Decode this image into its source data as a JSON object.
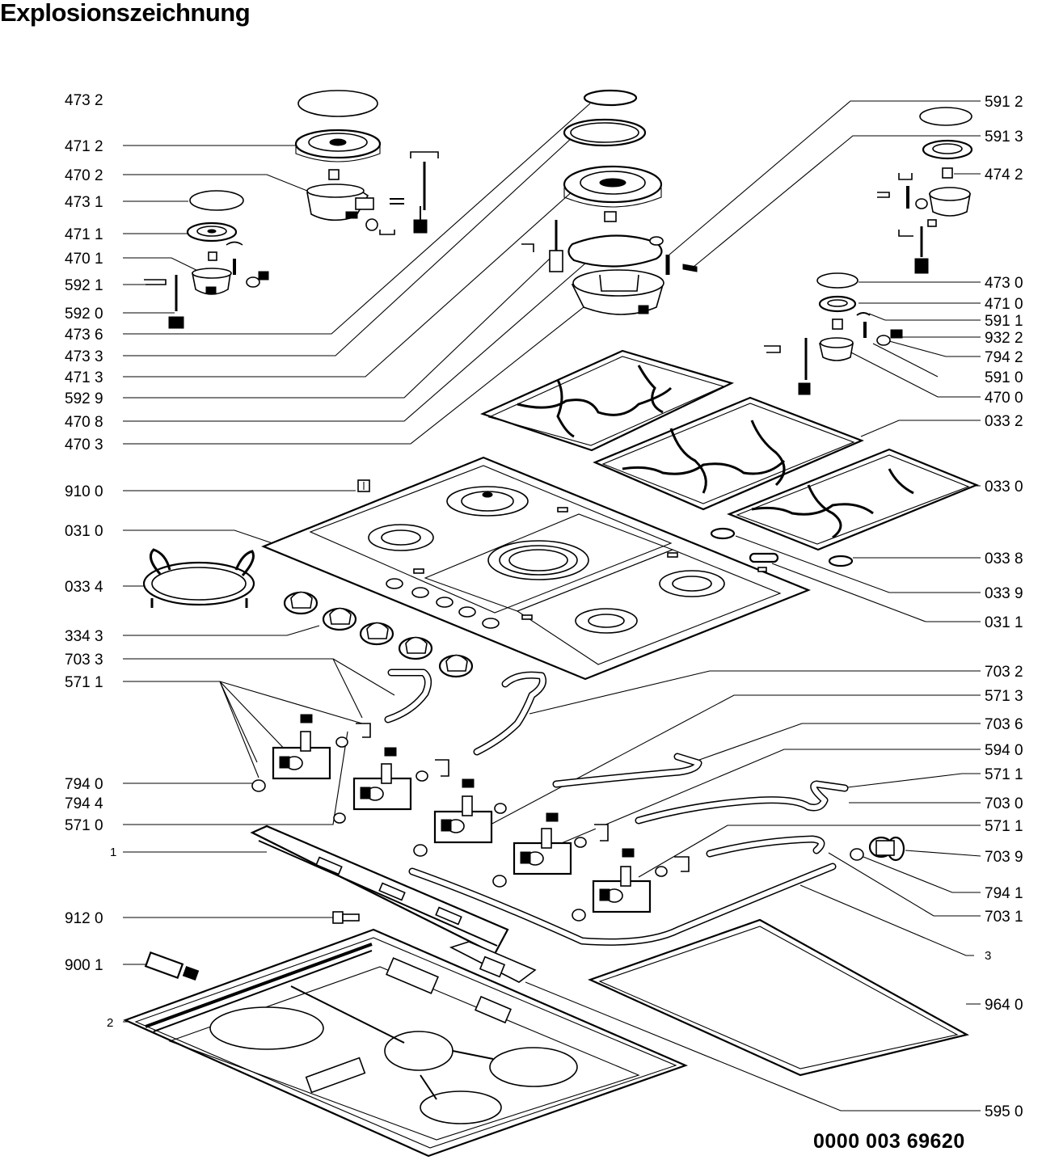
{
  "page": {
    "title": "Explosionszeichnung",
    "doc_number": "0000 003 69620"
  },
  "labels_left": [
    {
      "id": "l-473-2",
      "text": "473 2"
    },
    {
      "id": "l-471-2",
      "text": "471 2"
    },
    {
      "id": "l-470-2",
      "text": "470 2"
    },
    {
      "id": "l-473-1",
      "text": "473 1"
    },
    {
      "id": "l-471-1",
      "text": "471 1"
    },
    {
      "id": "l-470-1",
      "text": "470 1"
    },
    {
      "id": "l-592-1",
      "text": "592 1"
    },
    {
      "id": "l-592-0",
      "text": "592 0"
    },
    {
      "id": "l-473-6",
      "text": "473 6"
    },
    {
      "id": "l-473-3",
      "text": "473 3"
    },
    {
      "id": "l-471-3",
      "text": "471 3"
    },
    {
      "id": "l-592-9",
      "text": "592 9"
    },
    {
      "id": "l-470-8",
      "text": "470 8"
    },
    {
      "id": "l-470-3",
      "text": "470 3"
    },
    {
      "id": "l-910-0",
      "text": "910 0"
    },
    {
      "id": "l-031-0",
      "text": "031 0"
    },
    {
      "id": "l-033-4",
      "text": "033 4"
    },
    {
      "id": "l-334-3",
      "text": "334 3"
    },
    {
      "id": "l-703-3",
      "text": "703 3"
    },
    {
      "id": "l-571-1a",
      "text": "571 1"
    },
    {
      "id": "l-794-0",
      "text": "794 0"
    },
    {
      "id": "l-794-4",
      "text": "794 4"
    },
    {
      "id": "l-571-0",
      "text": "571 0"
    },
    {
      "id": "l-1",
      "text": "1"
    },
    {
      "id": "l-912-0",
      "text": "912 0"
    },
    {
      "id": "l-900-1",
      "text": "900 1"
    },
    {
      "id": "l-2",
      "text": "2"
    }
  ],
  "labels_right": [
    {
      "id": "r-591-2",
      "text": "591 2"
    },
    {
      "id": "r-591-3",
      "text": "591 3"
    },
    {
      "id": "r-474-2",
      "text": "474 2"
    },
    {
      "id": "r-473-0",
      "text": "473 0"
    },
    {
      "id": "r-471-0",
      "text": "471 0"
    },
    {
      "id": "r-591-1",
      "text": "591 1"
    },
    {
      "id": "r-932-2",
      "text": "932 2"
    },
    {
      "id": "r-794-2",
      "text": "794 2"
    },
    {
      "id": "r-591-0",
      "text": "591 0"
    },
    {
      "id": "r-470-0",
      "text": "470 0"
    },
    {
      "id": "r-033-2",
      "text": "033 2"
    },
    {
      "id": "r-033-0",
      "text": "033 0"
    },
    {
      "id": "r-033-8",
      "text": "033 8"
    },
    {
      "id": "r-033-9",
      "text": "033 9"
    },
    {
      "id": "r-031-1",
      "text": "031 1"
    },
    {
      "id": "r-703-2",
      "text": "703 2"
    },
    {
      "id": "r-571-3",
      "text": "571 3"
    },
    {
      "id": "r-703-6",
      "text": "703 6"
    },
    {
      "id": "r-594-0",
      "text": "594 0"
    },
    {
      "id": "r-571-1b",
      "text": "571 1"
    },
    {
      "id": "r-703-0",
      "text": "703 0"
    },
    {
      "id": "r-571-1c",
      "text": "571 1"
    },
    {
      "id": "r-703-9",
      "text": "703 9"
    },
    {
      "id": "r-794-1",
      "text": "794 1"
    },
    {
      "id": "r-703-1",
      "text": "703 1"
    },
    {
      "id": "r-3",
      "text": "3"
    },
    {
      "id": "r-964-0",
      "text": "964 0"
    },
    {
      "id": "r-595-0",
      "text": "595 0"
    }
  ]
}
